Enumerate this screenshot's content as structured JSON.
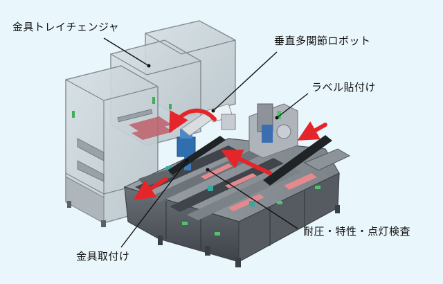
{
  "diagram": {
    "labels": {
      "tray_changer": "金具トレイチェンジャ",
      "robot": "垂直多関節ロボット",
      "label_attach": "ラベル貼付け",
      "inspection": "耐圧・特性・点灯検査",
      "fitting_attach": "金具取付け"
    },
    "colors": {
      "background": "#e9f6fb",
      "frame": "#8a9096",
      "glass": "#c9d3d8",
      "machine_base": "#4f555b",
      "flow_arrow": "#e4262a",
      "robot_blue": "#2f6fb0",
      "leader_line": "#111111"
    }
  }
}
